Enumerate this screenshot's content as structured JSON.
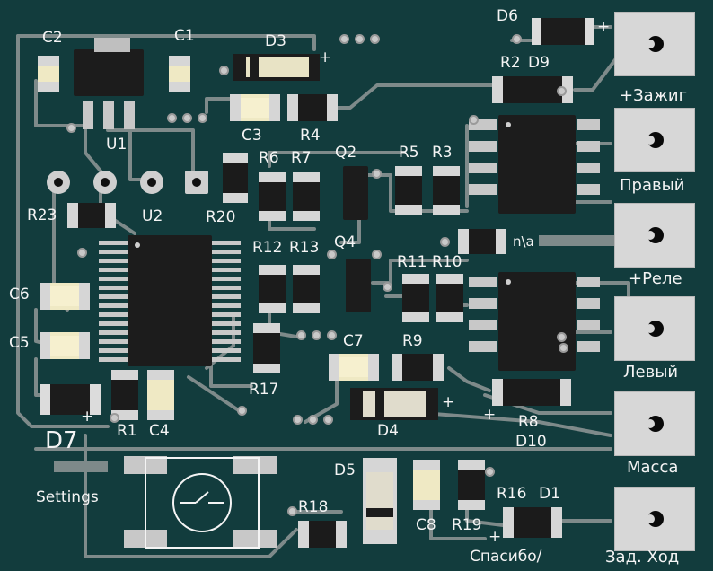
{
  "board": {
    "title": "",
    "mask_color": "#123c3d",
    "copper_color": "#8a8f8f",
    "pad_color": "#d6d6d6",
    "silk_color": "#f4f4f4"
  },
  "designators": {
    "C1": "C1",
    "C2": "C2",
    "C3": "C3",
    "C4": "C4",
    "C5": "C5",
    "C6": "C6",
    "C7": "C7",
    "C8": "C8",
    "D1": "D1",
    "D3": "D3",
    "D4": "D4",
    "D5": "D5",
    "D6": "D6",
    "D7": "D7",
    "D9": "D9",
    "D10": "D10",
    "U1": "U1",
    "U2": "U2",
    "Q2": "Q2",
    "Q4": "Q4",
    "R1": "R1",
    "R2": "R2",
    "R3": "R3",
    "R4": "R4",
    "R5": "R5",
    "R6": "R6",
    "R7": "R7",
    "R8": "R8",
    "R9": "R9",
    "R10": "R10",
    "R11": "R11",
    "R12": "R12",
    "R13": "R13",
    "R16": "R16",
    "R17": "R17",
    "R18": "R18",
    "R19": "R19",
    "R20": "R20",
    "R23": "R23"
  },
  "marks": {
    "nc": "n\\a",
    "plus": "+"
  },
  "labels": {
    "settings": "Settings",
    "thanks": "Спасибо/"
  },
  "terminals": [
    {
      "label": "+Зажиг"
    },
    {
      "label": "Правый"
    },
    {
      "label": "+Реле"
    },
    {
      "label": "Левый"
    },
    {
      "label": "Масса"
    },
    {
      "label": "Зад. Ход"
    }
  ]
}
